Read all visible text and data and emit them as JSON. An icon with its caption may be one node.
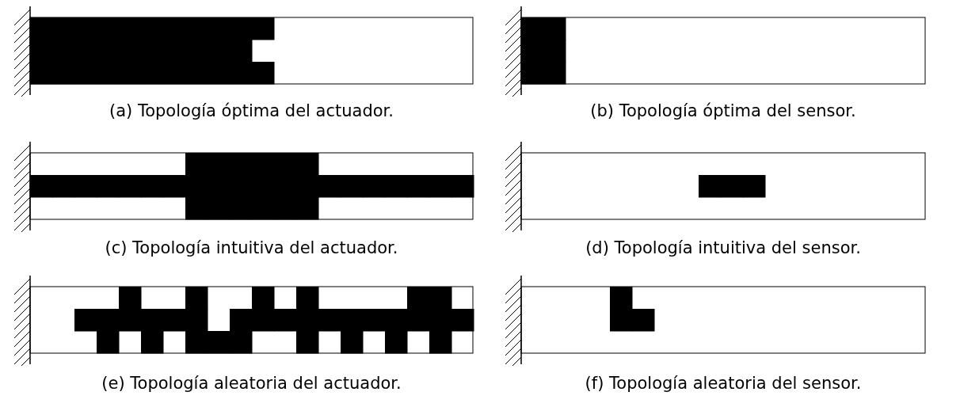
{
  "diagram": {
    "labels": [
      "(a) Topología óptima del actuador.",
      "(b) Topología óptima del sensor.",
      "(c) Topología intuitiva del actuador.",
      "(d) Topología intuitiva del sensor.",
      "(e) Topología aleatoria del actuador.",
      "(f) Topología aleatoria del sensor."
    ]
  }
}
